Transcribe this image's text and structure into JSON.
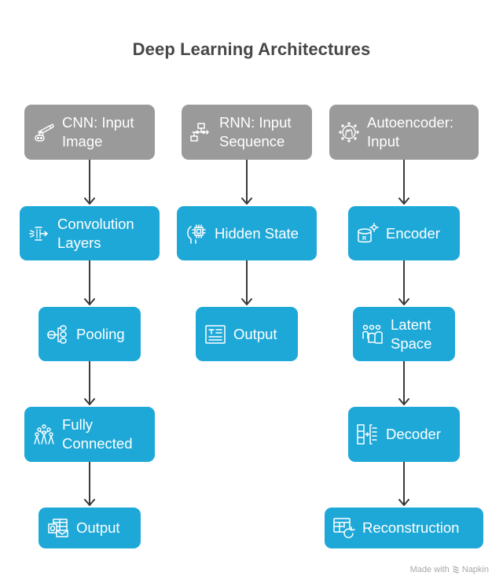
{
  "title": "Deep Learning Architectures",
  "colors": {
    "input_node": "#9a9a9a",
    "process_node": "#1ea8d8",
    "connector": "#3a3a3a",
    "title": "#474747"
  },
  "columns": [
    {
      "name": "CNN",
      "nodes": [
        {
          "label": "CNN: Input Image",
          "icon": "robot-camera-icon",
          "style": "input"
        },
        {
          "label": "Convolution Layers",
          "icon": "filter-layers-icon",
          "style": "process"
        },
        {
          "label": "Pooling",
          "icon": "database-stack-icon",
          "style": "process"
        },
        {
          "label": "Fully Connected",
          "icon": "network-people-icon",
          "style": "process"
        },
        {
          "label": "Output",
          "icon": "table-mail-icon",
          "style": "process"
        }
      ]
    },
    {
      "name": "RNN",
      "nodes": [
        {
          "label": "RNN: Input Sequence",
          "icon": "flowchart-icon",
          "style": "input"
        },
        {
          "label": "Hidden State",
          "icon": "brain-chip-icon",
          "style": "process"
        },
        {
          "label": "Output",
          "icon": "text-document-icon",
          "style": "process"
        }
      ]
    },
    {
      "name": "Autoencoder",
      "nodes": [
        {
          "label": "Autoencoder: Input",
          "icon": "gear-m-icon",
          "style": "input"
        },
        {
          "label": "Encoder",
          "icon": "database-gear-icon",
          "style": "process"
        },
        {
          "label": "Latent Space",
          "icon": "people-group-icon",
          "style": "process"
        },
        {
          "label": "Decoder",
          "icon": "columns-transform-icon",
          "style": "process"
        },
        {
          "label": "Reconstruction",
          "icon": "table-refresh-icon",
          "style": "process"
        }
      ]
    }
  ],
  "footer": {
    "made_with": "Made with",
    "brand": "Napkin"
  }
}
